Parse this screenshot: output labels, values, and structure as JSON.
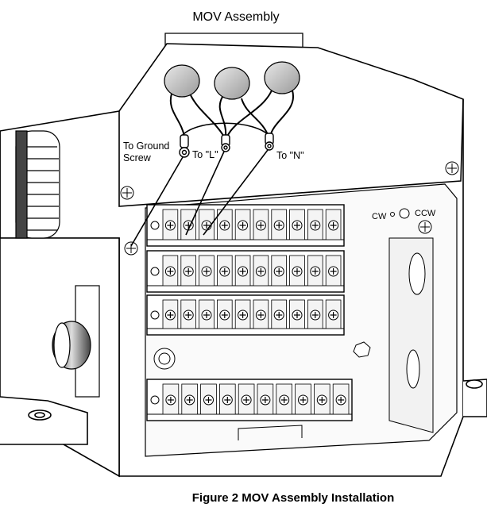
{
  "labels": {
    "mov_assembly": "MOV Assembly",
    "to_ground_line1": "To Ground",
    "to_ground_line2": "Screw",
    "to_l": "To \"L\"",
    "to_n": "To \"N\"",
    "cw": "CW",
    "ccw": "CCW"
  },
  "caption": "Figure 2 MOV Assembly Installation",
  "terminal_strips": [
    {
      "name": "strip-1",
      "screws": 10
    },
    {
      "name": "strip-2",
      "screws": 10
    },
    {
      "name": "strip-3",
      "screws": 10
    },
    {
      "name": "strip-4",
      "screws": 10
    }
  ],
  "mov_discs": 3
}
